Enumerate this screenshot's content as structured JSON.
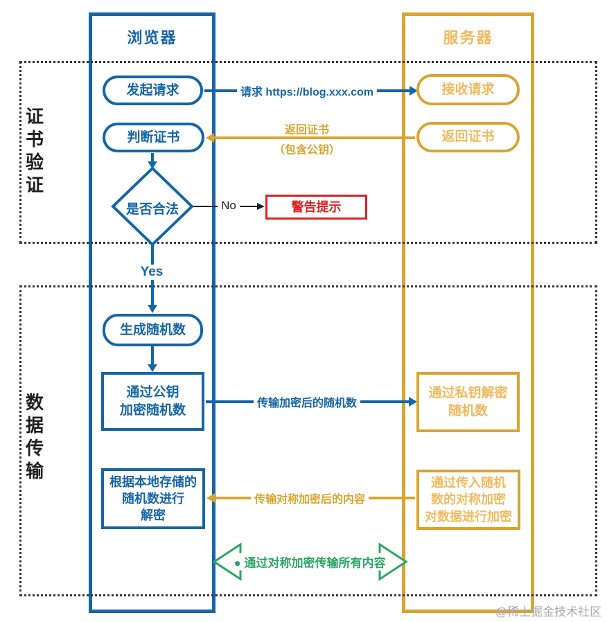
{
  "colors": {
    "blue": "#1565a8",
    "gold": "#d9a430",
    "gold_light": "#f0ba5e",
    "red": "#e01f1f",
    "green": "#2aa563",
    "black": "#1f1f1f",
    "watermark": "#a9a9a9"
  },
  "lanes": {
    "browser": {
      "title": "浏览器"
    },
    "server": {
      "title": "服务器"
    }
  },
  "phases": [
    {
      "label": "证书验证"
    },
    {
      "label": "数据传输"
    }
  ],
  "nodes": {
    "initiate_request": "发起请求",
    "receive_request": "接收请求",
    "judge_certificate": "判断证书",
    "return_certificate": "返回证书",
    "is_valid": "是否合法",
    "warning": "警告提示",
    "generate_random": "生成随机数",
    "encrypt_with_public_key": "通过公钥\n加密随机数",
    "decrypt_with_private_key": "通过私钥解密\n随机数",
    "local_decrypt": "根据本地存储的\n随机数进行\n解密",
    "symmetric_encrypt_data": "通过传入随机\n数的对称加密\n对数据进行加密"
  },
  "edges": {
    "request_label": "请求 https://blog.xxx.com",
    "return_cert_line1": "返回证书",
    "return_cert_line2": "（包含公钥）",
    "no_label": "No",
    "yes_label": "Yes",
    "encrypted_random_label": "传输加密后的随机数",
    "symmetric_content_label": "传输对称加密后的内容",
    "all_content_label": "● 通过对称加密传输所有内容"
  },
  "watermark": "@稀土掘金技术社区"
}
